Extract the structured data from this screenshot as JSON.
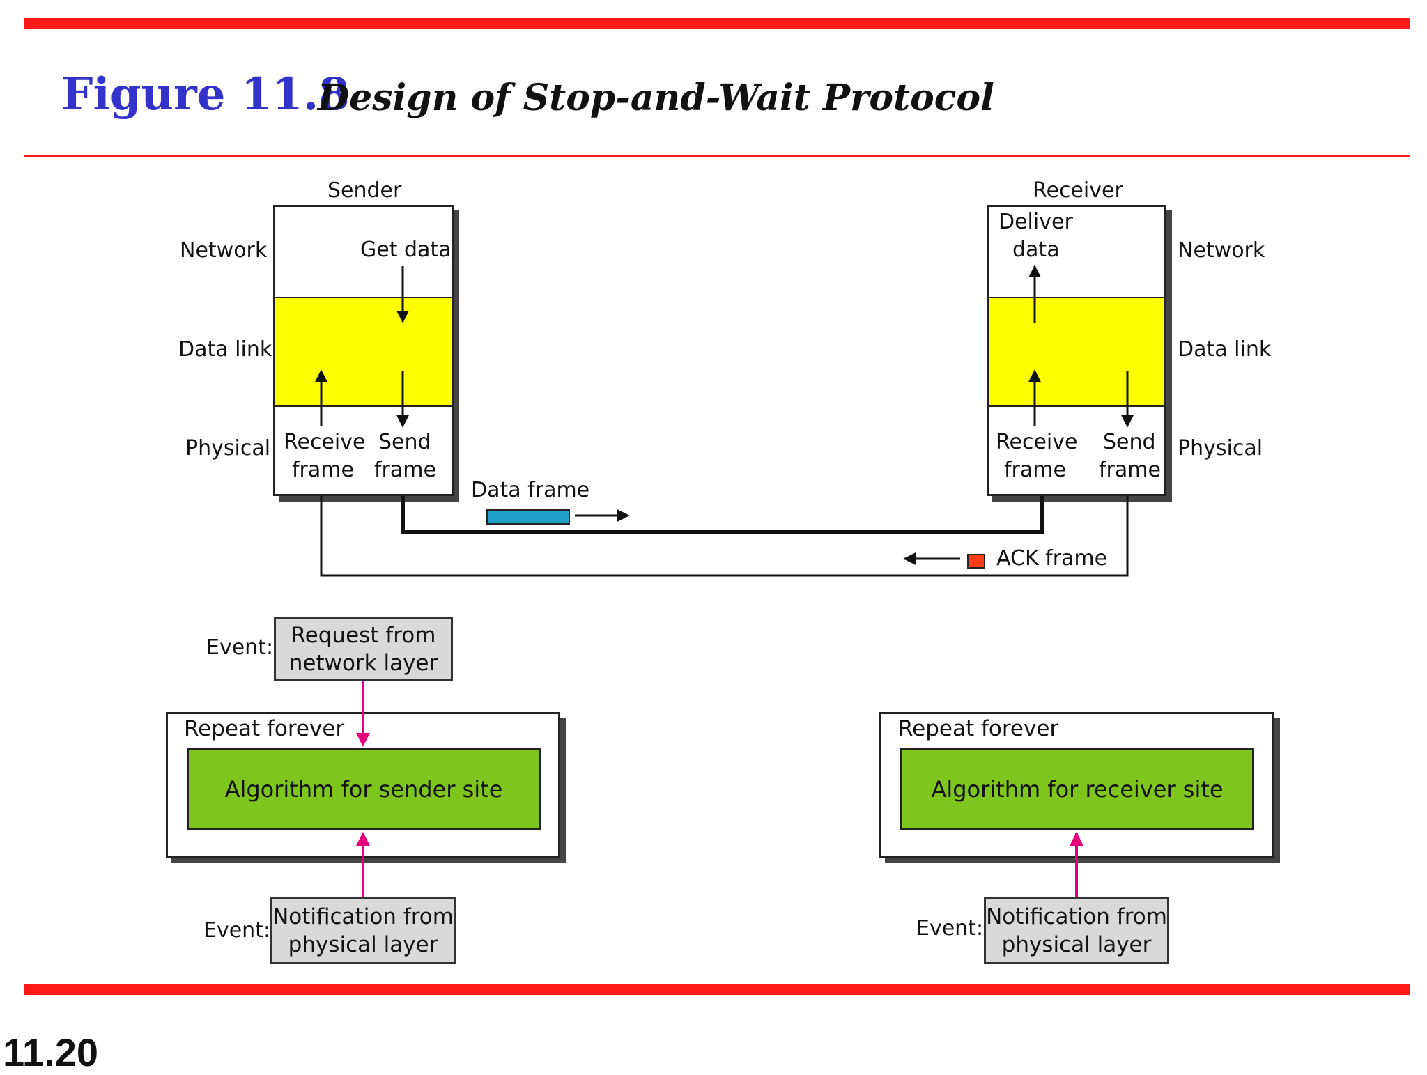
{
  "header": {
    "figure_number": "Figure 11.8",
    "figure_title": "Design of Stop-and-Wait Protocol",
    "slide_number": "11.20"
  },
  "colors": {
    "rule": "#ff1a1a",
    "figure_number": "#3333cc",
    "data_link_layer": "#ffff00",
    "algorithm_box": "#7ec61e",
    "event_box": "#d9d9d9",
    "data_frame": "#1ea0c8",
    "ack_frame": "#ff3c14",
    "event_arrow": "#e6007e"
  },
  "sender": {
    "title": "Sender",
    "layers": {
      "network": "Network",
      "data_link": "Data link",
      "physical": "Physical"
    },
    "get_data": "Get data",
    "receive_frame": {
      "line1": "Receive",
      "line2": "frame"
    },
    "send_frame": {
      "line1": "Send",
      "line2": "frame"
    }
  },
  "receiver": {
    "title": "Receiver",
    "layers": {
      "network": "Network",
      "data_link": "Data link",
      "physical": "Physical"
    },
    "deliver_data": {
      "line1": "Deliver",
      "line2": "data"
    },
    "receive_frame": {
      "line1": "Receive",
      "line2": "frame"
    },
    "send_frame": {
      "line1": "Send",
      "line2": "frame"
    }
  },
  "channel": {
    "data_frame_label": "Data frame",
    "ack_frame_label": "ACK frame"
  },
  "sender_algorithm": {
    "event_label_top": "Event:",
    "event_top": {
      "line1": "Request from",
      "line2": "network layer"
    },
    "repeat_label": "Repeat forever",
    "algorithm_label": "Algorithm for sender site",
    "event_label_bottom": "Event:",
    "event_bottom": {
      "line1": "Notification from",
      "line2": "physical layer"
    }
  },
  "receiver_algorithm": {
    "repeat_label": "Repeat forever",
    "algorithm_label": "Algorithm for receiver site",
    "event_label_bottom": "Event:",
    "event_bottom": {
      "line1": "Notification from",
      "line2": "physical layer"
    }
  }
}
